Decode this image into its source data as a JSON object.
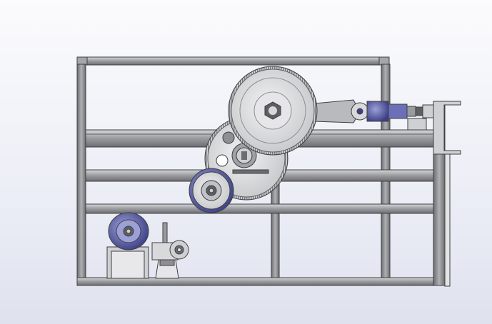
{
  "scene": {
    "view": "cad-assembly-side-view",
    "colors": {
      "background_top": "#fbfbfd",
      "background_bottom": "#dfe2ee",
      "frame_steel": "#8d8f93",
      "frame_edge": "#3e3f42",
      "part_light": "#d9d9db",
      "part_mid": "#b9babd",
      "part_accent_blue": "#6b6fb8",
      "part_accent_dark": "#3c3f85"
    },
    "parts": [
      "machine-frame",
      "large-gear",
      "secondary-gear",
      "upper-pulley",
      "lower-pulley",
      "connecting-rod",
      "slider-block",
      "side-bracket",
      "motor-pulley",
      "belt-tensioner"
    ]
  }
}
